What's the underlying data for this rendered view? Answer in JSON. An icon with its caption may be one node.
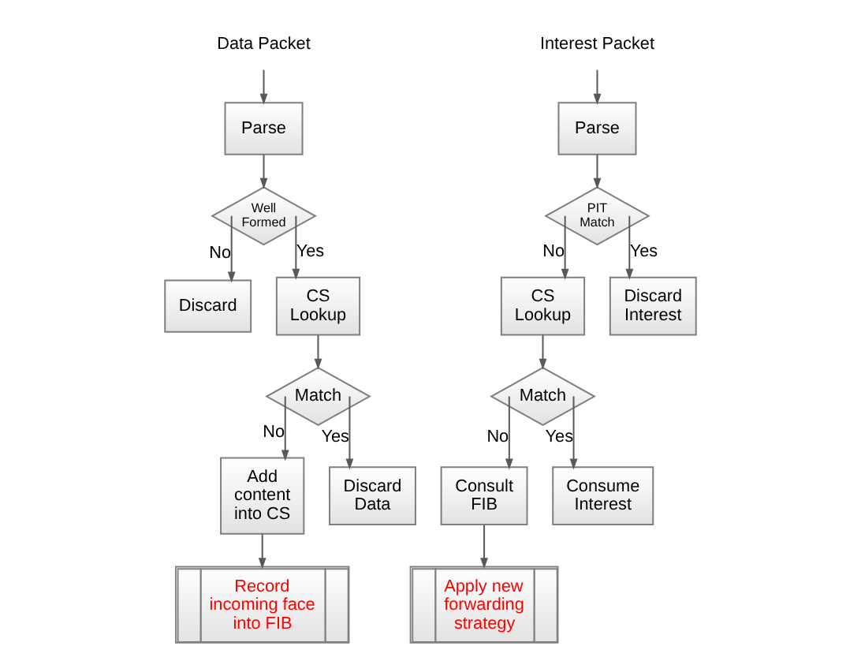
{
  "diagram": {
    "nodes": [
      {
        "text": [
          "Data Packet"
        ]
      },
      {
        "text": [
          "Parse"
        ]
      },
      {
        "text": [
          "Well Formed"
        ]
      },
      {
        "text": [
          "Discard"
        ]
      },
      {
        "text": [
          "CS Lookup"
        ]
      },
      {
        "text": [
          "Match"
        ]
      },
      {
        "text": [
          "Add content into CS"
        ]
      },
      {
        "text": [
          "Discard Data"
        ]
      },
      {
        "text": [
          "Record incoming face into FIB"
        ]
      },
      {
        "text": [
          "Interest Packet"
        ]
      },
      {
        "text": [
          "Parse"
        ]
      },
      {
        "text": [
          "PIT Match"
        ]
      },
      {
        "text": [
          "CS Lookup"
        ]
      },
      {
        "text": [
          "Discard Interest"
        ]
      },
      {
        "text": [
          "Match"
        ]
      },
      {
        "text": [
          "Consult FIB"
        ]
      },
      {
        "text": [
          "Consume Interest"
        ]
      },
      {
        "text": [
          "Apply new forwarding strategy"
        ]
      }
    ],
    "edges": [
      {
        "from": 0,
        "to": 1,
        "arrow": "to"
      },
      {
        "from": 1,
        "to": 2,
        "arrow": "to"
      },
      {
        "from": 2,
        "to": 3,
        "arrow": "to",
        "label": "No"
      },
      {
        "from": 2,
        "to": 4,
        "arrow": "to",
        "label": "Yes"
      },
      {
        "from": 4,
        "to": 5,
        "arrow": "to"
      },
      {
        "from": 5,
        "to": 6,
        "arrow": "to",
        "label": "No"
      },
      {
        "from": 5,
        "to": 7,
        "arrow": "to",
        "label": "Yes"
      },
      {
        "from": 6,
        "to": 8,
        "arrow": "to"
      },
      {
        "from": 9,
        "to": 10,
        "arrow": "to"
      },
      {
        "from": 10,
        "to": 11,
        "arrow": "to"
      },
      {
        "from": 11,
        "to": 12,
        "arrow": "to",
        "label": "No"
      },
      {
        "from": 11,
        "to": 13,
        "arrow": "to",
        "label": "Yes"
      },
      {
        "from": 12,
        "to": 14,
        "arrow": "to"
      },
      {
        "from": 14,
        "to": 15,
        "arrow": "to",
        "label": "No"
      },
      {
        "from": 14,
        "to": 16,
        "arrow": "to",
        "label": "Yes"
      },
      {
        "from": 15,
        "to": 17,
        "arrow": "to"
      }
    ]
  }
}
